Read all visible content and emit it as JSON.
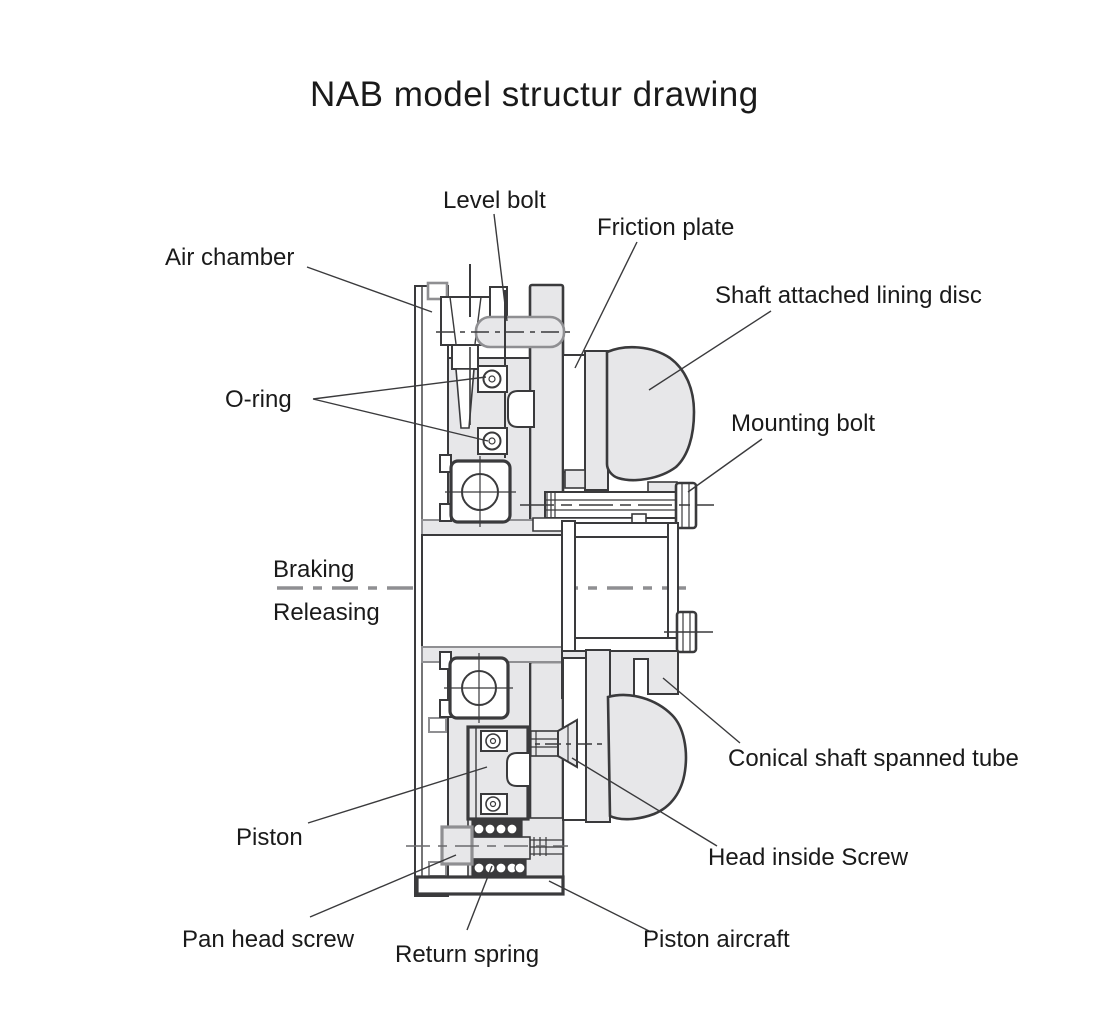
{
  "title": "NAB  model structur drawing",
  "labels": {
    "level_bolt": "Level bolt",
    "friction_plate": "Friction plate",
    "air_chamber": "Air chamber",
    "lining_disc": "Shaft attached lining disc",
    "o_ring": "O-ring",
    "mounting_bolt": "Mounting bolt",
    "braking": "Braking",
    "releasing": "Releasing",
    "conical_tube": "Conical shaft spanned tube",
    "piston": "Piston",
    "head_inside_screw": "Head inside Screw",
    "pan_head_screw": "Pan head screw",
    "return_spring": "Return spring",
    "piston_aircraft": "Piston aircraft"
  },
  "colors": {
    "line_dark": "#3a3a3c",
    "line_medium": "#8f8f92",
    "fill_gray": "#e7e7e9",
    "text": "#1a1a1a",
    "background": "#ffffff"
  }
}
